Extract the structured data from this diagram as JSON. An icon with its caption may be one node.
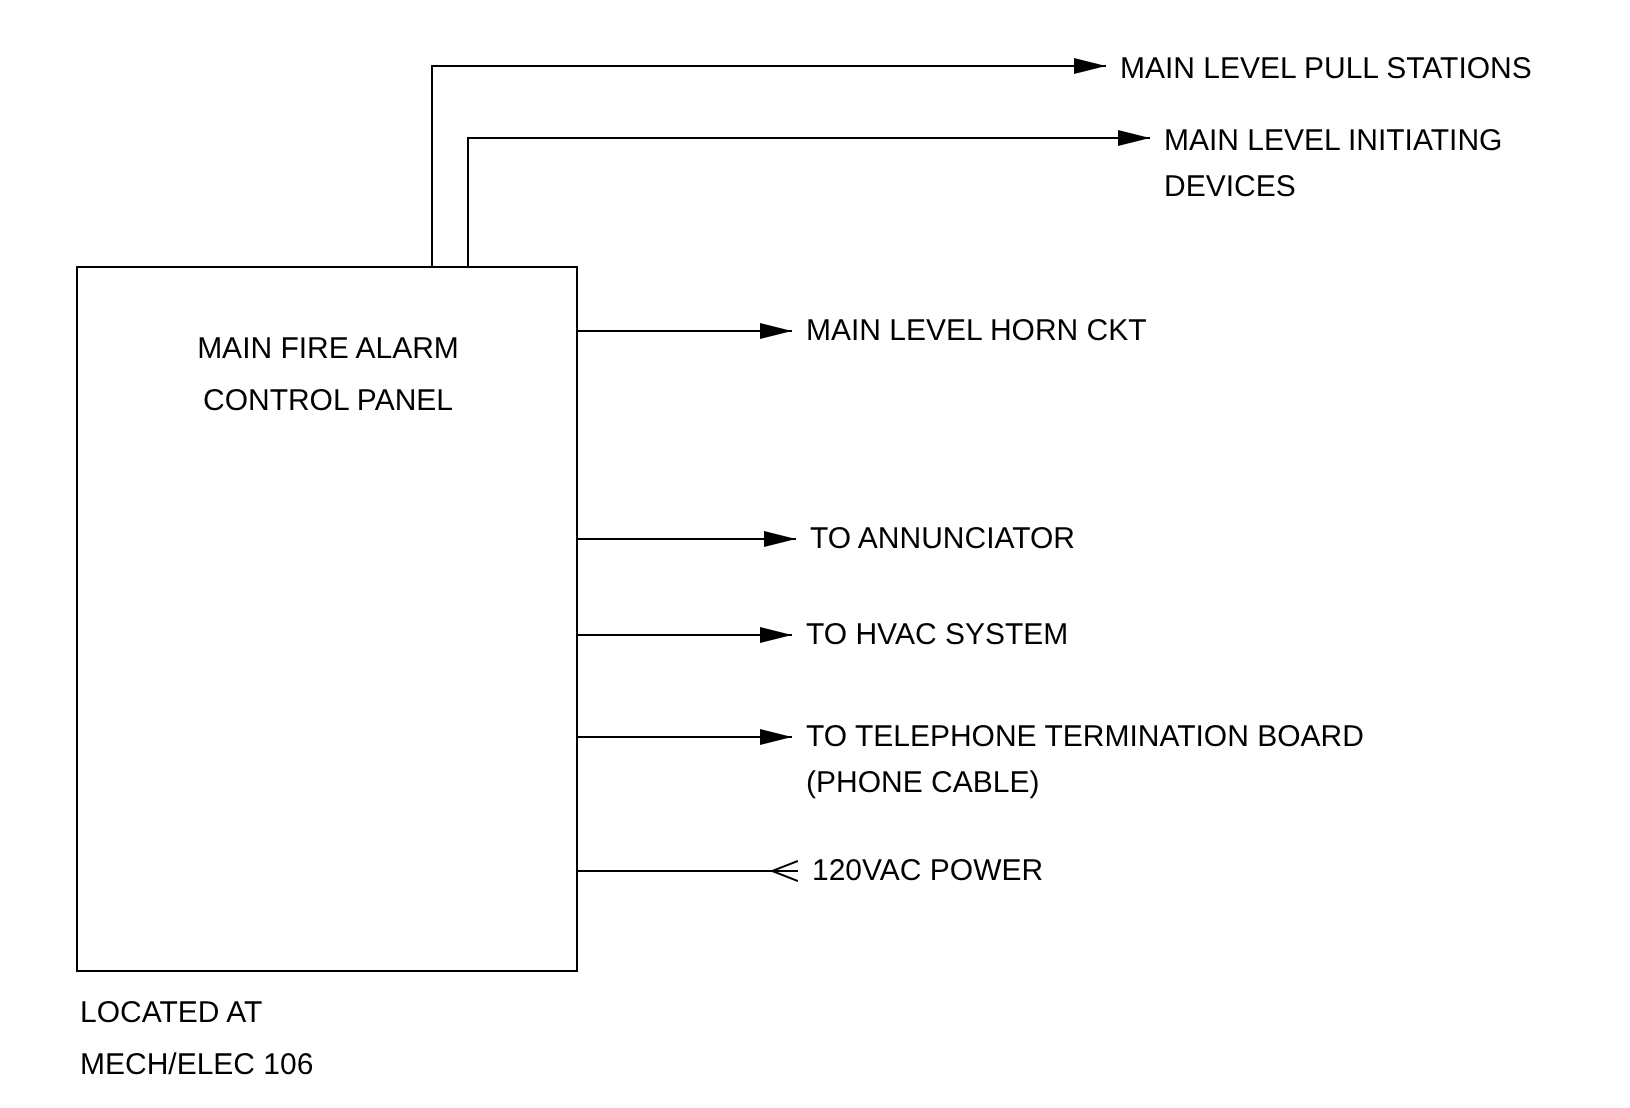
{
  "diagram": {
    "nodes": [
      {
        "text": [
          "MAIN FIRE ALARM CONTROL PANEL"
        ],
        "beside": [
          "LOCATED AT MECH/ELEC 106"
        ]
      },
      {
        "text": [
          "MAIN LEVEL PULL STATIONS"
        ]
      },
      {
        "text": [
          "MAIN LEVEL INITIATING DEVICES"
        ]
      },
      {
        "text": [
          "MAIN LEVEL HORN CKT"
        ]
      },
      {
        "text": [
          "TO ANNUNCIATOR"
        ]
      },
      {
        "text": [
          "TO HVAC SYSTEM"
        ]
      },
      {
        "text": [
          "TO TELEPHONE TERMINATION BOARD (PHONE CABLE)"
        ]
      },
      {
        "text": [
          "120VAC POWER"
        ]
      }
    ],
    "edges": [
      {
        "from": 0,
        "to": 1,
        "arrow": "to"
      },
      {
        "from": 0,
        "to": 2,
        "arrow": "to"
      },
      {
        "from": 0,
        "to": 3,
        "arrow": "to"
      },
      {
        "from": 0,
        "to": 4,
        "arrow": "to"
      },
      {
        "from": 0,
        "to": 5,
        "arrow": "to"
      },
      {
        "from": 0,
        "to": 6,
        "arrow": "to"
      },
      {
        "from": 0,
        "to": 7,
        "arrow": "other"
      }
    ]
  }
}
